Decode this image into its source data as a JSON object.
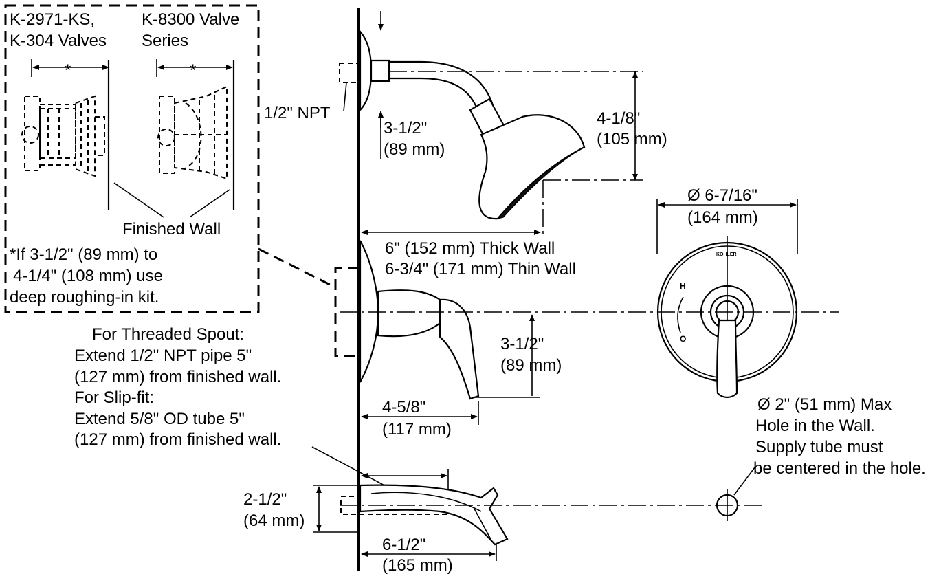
{
  "inset": {
    "valve_a_label_1": "K-2971-KS,",
    "valve_a_label_2": "K-304 Valves",
    "valve_b_label_1": "K-8300 Valve",
    "valve_b_label_2": "Series",
    "star_a": "*",
    "star_b": "*",
    "finished_wall": "Finished Wall",
    "note_line_1": "*If 3-1/2\" (89 mm) to",
    "note_line_2": "4-1/4\" (108 mm) use",
    "note_line_3": "deep roughing-in kit."
  },
  "showerhead": {
    "npt": "1/2\" NPT",
    "arm_drop_1": "3-1/2\"",
    "arm_drop_2": "(89 mm)",
    "head_drop_1": "4-1/8\"",
    "head_drop_2": "(105 mm)",
    "projection_1": "6\" (152 mm) Thick Wall",
    "projection_2": "6-3/4\" (171 mm) Thin Wall"
  },
  "valve": {
    "height_1": "3-1/2\"",
    "height_2": "(89 mm)",
    "projection_1": "4-5/8\"",
    "projection_2": "(117 mm)"
  },
  "spout_note": {
    "line_1": "For Threaded Spout:",
    "line_2": "Extend 1/2\" NPT pipe 5\"",
    "line_3": "(127 mm) from finished wall.",
    "line_4": "For Slip-fit:",
    "line_5": "Extend 5/8\" OD tube 5\"",
    "line_6": "(127 mm) from finished wall."
  },
  "spout": {
    "height_1": "2-1/2\"",
    "height_2": "(64 mm)",
    "length_1": "6-1/2\"",
    "length_2": "(165 mm)"
  },
  "trim_plate": {
    "diameter_1": "Ø 6-7/16\"",
    "diameter_2": "(164 mm)",
    "brand": "KOHLER",
    "hot": "H",
    "cold": "O"
  },
  "hole_note": {
    "line_1": "Ø 2\" (51 mm) Max",
    "line_2": "Hole in the Wall.",
    "line_3": "Supply tube must",
    "line_4": "be centered in the hole."
  }
}
